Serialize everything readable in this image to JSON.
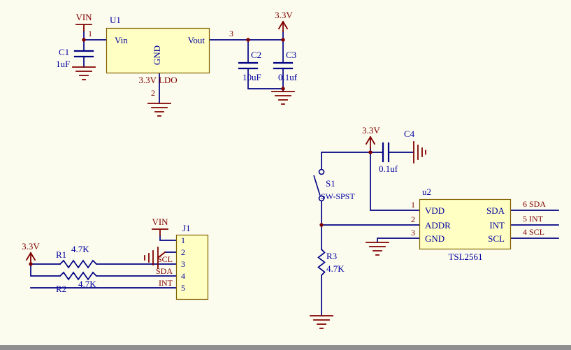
{
  "meta": {
    "type": "schematic",
    "sheet": "TSL2561 light sensor with 3.3V LDO supply"
  },
  "palette": {
    "background": "#FCFCEE",
    "wire": "#000084",
    "text_blue": "#0000A0",
    "maroon": "#800000",
    "part_fill": "#FFFFC4",
    "part_border": "#806000",
    "window_edge": "#8F8F8F"
  },
  "power_ports": {
    "vin_regulator": "VIN",
    "v33_output": "3.3V",
    "v33_sensor": "3.3V",
    "v33_pullups": "3.3V",
    "vin_j1": "VIN"
  },
  "u1": {
    "ref": "U1",
    "subtitle": "3.3V LDO",
    "pins": {
      "vin": {
        "num": "1",
        "name": "Vin"
      },
      "vout": {
        "num": "3",
        "name": "Vout"
      },
      "gnd": {
        "num": "2",
        "name": "GND"
      }
    }
  },
  "c1": {
    "ref": "C1",
    "value": "1uF"
  },
  "c2": {
    "ref": "C2",
    "value": "10uF"
  },
  "c3": {
    "ref": "C3",
    "value": "0.1uf"
  },
  "c4": {
    "ref": "C4",
    "value": "0.1uf"
  },
  "r1": {
    "ref": "R1",
    "value": "4.7K"
  },
  "r2": {
    "ref": "R2",
    "value": "4.7K"
  },
  "r3": {
    "ref": "R3",
    "value": "4.7K"
  },
  "s1": {
    "ref": "S1",
    "value": "SW-SPST"
  },
  "u2": {
    "ref": "u2",
    "part": "TSL2561",
    "left_pins": [
      {
        "num": "1",
        "name": "VDD"
      },
      {
        "num": "2",
        "name": "ADDR"
      },
      {
        "num": "3",
        "name": "GND"
      }
    ],
    "right_pins": [
      {
        "num": "6",
        "name": "SDA",
        "net": "SDA"
      },
      {
        "num": "5",
        "name": "INT",
        "net": "INT"
      },
      {
        "num": "4",
        "name": "SCL",
        "net": "SCL"
      }
    ]
  },
  "j1": {
    "ref": "J1",
    "pins": [
      "1",
      "2",
      "3",
      "4",
      "5"
    ],
    "net_scl": "SCL",
    "net_sda": "SDA",
    "net_int": "INT"
  }
}
